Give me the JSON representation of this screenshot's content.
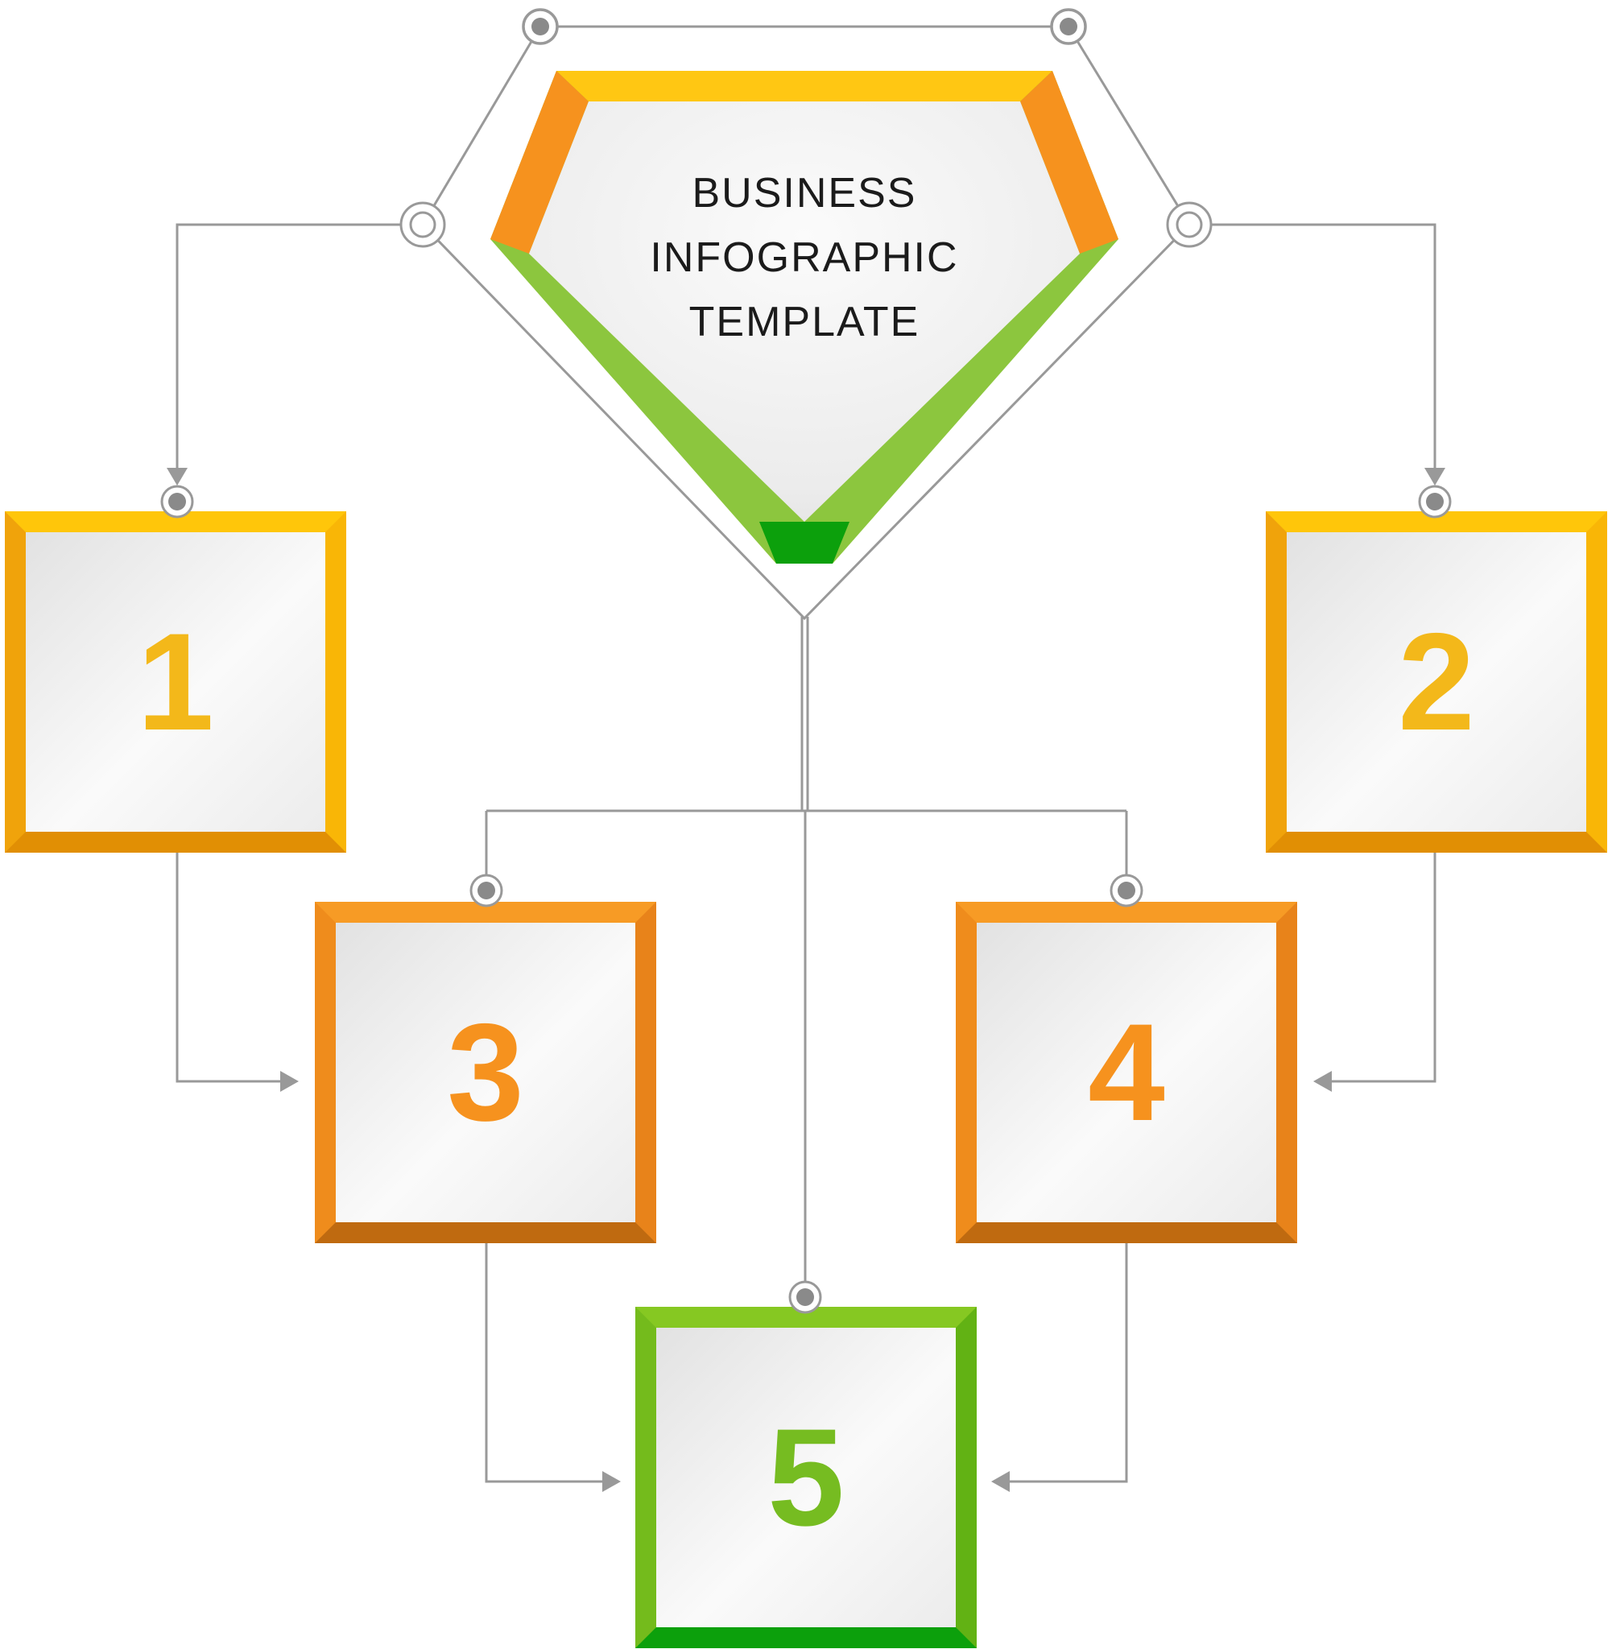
{
  "title": {
    "lines": [
      "BUSINESS",
      "INFOGRAPHIC",
      "TEMPLATE"
    ]
  },
  "steps": [
    {
      "number": "1",
      "theme": "gold"
    },
    {
      "number": "2",
      "theme": "gold"
    },
    {
      "number": "3",
      "theme": "orange"
    },
    {
      "number": "4",
      "theme": "orange"
    },
    {
      "number": "5",
      "theme": "green"
    }
  ],
  "colors": {
    "gold": "#F3B81A",
    "orange": "#F6921E",
    "green": "#76BC21",
    "diamond_top": "#FFC713",
    "diamond_sides": "#F6921E",
    "diamond_lower": "#8CC63E",
    "diamond_tip": "#0CA00C",
    "connector_gray": "#999999"
  }
}
